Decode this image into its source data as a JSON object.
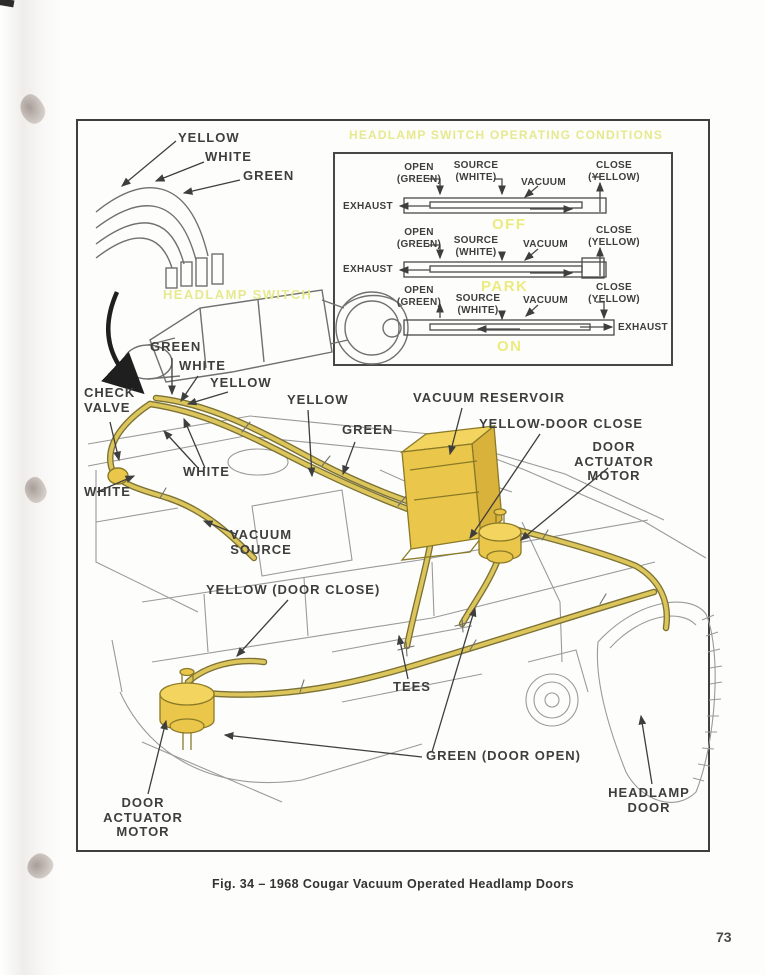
{
  "page": {
    "number": "73",
    "caption": "Fig. 34 – 1968 Cougar Vacuum Operated Headlamp Doors"
  },
  "switch_drawing": {
    "title": "HEADLAMP SWITCH",
    "hose_labels": {
      "yellow": "YELLOW",
      "white": "WHITE",
      "green": "GREEN"
    }
  },
  "inset": {
    "title": "HEADLAMP SWITCH OPERATING CONDITIONS",
    "rows": [
      {
        "state": "OFF",
        "open": "OPEN\n(GREEN)",
        "source": "SOURCE\n(WHITE)",
        "vacuum": "VACUUM",
        "close": "CLOSE\n(YELLOW)",
        "exhaust": "EXHAUST"
      },
      {
        "state": "PARK",
        "open": "OPEN\n(GREEN)",
        "source": "SOURCE\n(WHITE)",
        "vacuum": "VACUUM",
        "close": "CLOSE\n(YELLOW)",
        "exhaust": "EXHAUST"
      },
      {
        "state": "ON",
        "open": "OPEN\n(GREEN)",
        "source": "SOURCE\n(WHITE)",
        "vacuum": "VACUUM",
        "close": "CLOSE\n(YELLOW)",
        "exhaust": "EXHAUST"
      }
    ]
  },
  "diagram": {
    "labels": {
      "harness_green": "GREEN",
      "harness_white": "WHITE",
      "harness_yellow": "YELLOW",
      "check_valve": "CHECK\nVALVE",
      "yellow_mid": "YELLOW",
      "green_mid": "GREEN",
      "vacuum_reservoir": "VACUUM RESERVOIR",
      "yellow_door_close": "YELLOW-DOOR CLOSE",
      "door_actuator_right": "DOOR\nACTUATOR\nMOTOR",
      "white_left": "WHITE",
      "white_mid": "WHITE",
      "vacuum_source": "VACUUM\nSOURCE",
      "yellow_door_close_lower": "YELLOW (DOOR CLOSE)",
      "tees": "TEES",
      "green_door_open": "GREEN (DOOR OPEN)",
      "door_actuator_left": "DOOR\nACTUATOR\nMOTOR",
      "headlamp_door": "HEADLAMP\nDOOR"
    }
  },
  "colors": {
    "highlight_text": "#e7e98e",
    "hose_yellow": "#dcc65c",
    "part_yellow": "#eac74a",
    "line_gray": "#9a9a9a",
    "ink": "#3e3e3e"
  }
}
